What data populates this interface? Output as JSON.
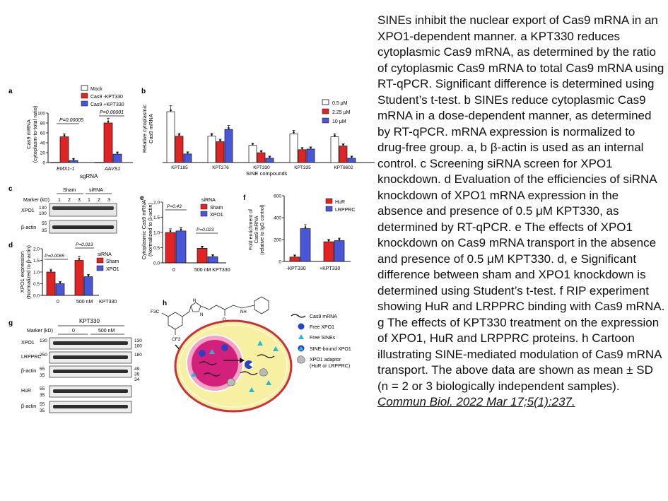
{
  "figure": {
    "panels": {
      "a": {
        "label": "a",
        "ylabel": "Cas9 mRNA",
        "ylabel2": "(cytoplasm-to-total ratio)",
        "yticks": [
          "0",
          "20",
          "40",
          "60",
          "80",
          "100"
        ],
        "ylim": [
          0,
          100
        ],
        "xlabel": "sgRNA",
        "groups": [
          "EMX1-1",
          "AAVS1"
        ],
        "legend": [
          "Mock",
          "Cas9 -KPT330",
          "Cas9 +KPT330"
        ],
        "pvalues": [
          "P=0.00005",
          "P=0.00001"
        ]
      },
      "b": {
        "label": "b",
        "ylabel": "Relative cytoplasmic",
        "ylabel2": "Cas9 mRNA",
        "xlabel": "SINE compounds",
        "groups": [
          "KPT185",
          "KPT276",
          "KPT330",
          "KPT335",
          "KPT8602"
        ],
        "legend": [
          "0.5 μM",
          "2.25 μM",
          "10 μM"
        ]
      },
      "c": {
        "label": "c",
        "marker_label": "Marker (kD)",
        "group_sham": "Sham",
        "group_sirna": "siRNA",
        "lanes": [
          "1",
          "2",
          "3",
          "1",
          "2",
          "3"
        ],
        "rows": [
          {
            "name": "XPO1",
            "markers": [
              "130",
              "100"
            ]
          },
          {
            "name": "β-actin",
            "markers": [
              "55",
              "35"
            ]
          }
        ]
      },
      "d": {
        "label": "d",
        "ylabel": "XPO1 expression",
        "ylabel2": "(Normalized to β-actin)",
        "yticks": [
          "0.0",
          "0.5",
          "1.0",
          "1.5",
          "2.0"
        ],
        "ylim": [
          0,
          2
        ],
        "xlabels": [
          "0",
          "500 nM",
          "KPT330"
        ],
        "legend_title": "siRNA",
        "legend": [
          "Sham",
          "XPO1"
        ],
        "pvalues": [
          "P=0.0065",
          "P=0.013"
        ]
      },
      "e": {
        "label": "e",
        "ylabel": "Cytoplasmic Cas9 mRNA",
        "ylabel2": "(Normalized to β-actin)",
        "yticks": [
          "0.0",
          "0.5",
          "1.0",
          "1.5",
          "2.0"
        ],
        "ylim": [
          0,
          2
        ],
        "xlabels": [
          "0",
          "500 nM KPT330"
        ],
        "legend_title": "siRNA",
        "legend": [
          "Sham",
          "XPO1"
        ],
        "pvalues": [
          "P=0.43",
          "P=0.023"
        ]
      },
      "f": {
        "label": "f",
        "ylabel": "Fold enrichment of",
        "ylabel2": "Cas9 mRNA",
        "ylabel3": "(relative to IgG control)",
        "yticks": [
          "0",
          "200",
          "400",
          "600"
        ],
        "ylim": [
          0,
          600
        ],
        "xlabels": [
          "-KPT330",
          "+KPT330"
        ],
        "legend": [
          "HuR",
          "LRPPRC"
        ]
      },
      "g": {
        "label": "g",
        "title": "KPT330",
        "marker_label": "Marker (kD)",
        "lane_groups": [
          "0",
          "500 nM"
        ],
        "rows": [
          {
            "name": "XPO1",
            "left": [
              "130"
            ],
            "right": [
              "130",
              "100"
            ]
          },
          {
            "name": "LRPPRC",
            "left": [
              "250"
            ],
            "right": [
              "180"
            ]
          },
          {
            "name": "β-actin",
            "left": [
              "55",
              "35"
            ],
            "right": [
              "49",
              "39",
              "34"
            ]
          },
          {
            "name": "HuR",
            "left": [
              "55",
              "35"
            ],
            "right": []
          },
          {
            "name": "β-actin",
            "left": [
              "55",
              "35"
            ],
            "right": []
          }
        ]
      },
      "h": {
        "label": "h",
        "legend": [
          "Cas9 mRNA",
          "Free XPO1",
          "Free SINEs",
          "SINE-bound XPO1",
          "XPO1 adaptor",
          "(HuR or LRPPRC)"
        ],
        "chem_labels": [
          "F3C",
          "CF3",
          "N",
          "N",
          "NH",
          "O"
        ]
      }
    }
  },
  "chart_data": [
    {
      "panel": "a",
      "type": "bar",
      "categories": [
        "EMX1-1",
        "AAVS1"
      ],
      "series": [
        {
          "name": "Mock",
          "values": [
            0,
            0
          ]
        },
        {
          "name": "Cas9 -KPT330",
          "values": [
            52,
            80
          ]
        },
        {
          "name": "Cas9 +KPT330",
          "values": [
            4,
            17
          ]
        }
      ],
      "ylim": [
        0,
        100
      ]
    },
    {
      "panel": "b",
      "type": "bar",
      "categories": [
        "KPT185",
        "KPT276",
        "KPT330",
        "KPT335",
        "KPT8602"
      ],
      "series": [
        {
          "name": "0.5 μM",
          "values": [
            83,
            43,
            28,
            47,
            42
          ]
        },
        {
          "name": "2.25 μM",
          "values": [
            43,
            34,
            16,
            21,
            27
          ]
        },
        {
          "name": "10 μM",
          "values": [
            14,
            54,
            7,
            22,
            7
          ]
        }
      ],
      "ylim": [
        0,
        120
      ]
    },
    {
      "panel": "d",
      "type": "bar",
      "categories": [
        "0",
        "500 nM"
      ],
      "series": [
        {
          "name": "Sham",
          "values": [
            1.0,
            1.5
          ]
        },
        {
          "name": "XPO1",
          "values": [
            0.5,
            0.8
          ]
        }
      ],
      "ylim": [
        0,
        2
      ]
    },
    {
      "panel": "e",
      "type": "bar",
      "categories": [
        "0",
        "500 nM KPT330"
      ],
      "series": [
        {
          "name": "Sham",
          "values": [
            1.0,
            0.48
          ]
        },
        {
          "name": "XPO1",
          "values": [
            1.05,
            0.2
          ]
        }
      ],
      "ylim": [
        0,
        2
      ]
    },
    {
      "panel": "f",
      "type": "bar",
      "categories": [
        "-KPT330",
        "+KPT330"
      ],
      "series": [
        {
          "name": "HuR",
          "values": [
            40,
            180
          ]
        },
        {
          "name": "LRPPRC",
          "values": [
            300,
            190
          ]
        }
      ],
      "ylim": [
        0,
        600
      ]
    }
  ],
  "colors": {
    "white_bar": "#ffffff",
    "red_bar": "#e02424",
    "blue_bar": "#4a56d8",
    "cell_fill": "#f7f0a3",
    "nucleus": "#d4207d",
    "nucleus_ring": "#f4a3c4",
    "sine": "#29b7d6"
  },
  "caption": {
    "text": "SINEs inhibit the nuclear export of Cas9 mRNA in an XPO1-dependent manner. a KPT330 reduces cytoplasmic Cas9 mRNA, as determined by the ratio of cytoplasmic Cas9 mRNA to total Cas9 mRNA using RT-qPCR. Significant difference is determined using Student’s t-test. b SINEs reduce cytoplasmic Cas9 mRNA in a dose-dependent manner, as determined by RT-qPCR. mRNA expression is normalized to drug-free group. a, b β-actin is used as an internal control. c Screening siRNA screen for XPO1 knockdown. d Evaluation of the efficiencies of siRNA knockdown of XPO1 mRNA expression in the absence and presence of 0.5 μM KPT330, as determined by RT-qPCR. e The effects of XPO1 knockdown on Cas9 mRNA transport in the absence and presence of 0.5 μM KPT330. d, e Significant difference between sham and XPO1 knockdown is determined using Student’s t-test. f RIP experiment showing HuR and LRPPRC binding with Cas9 mRNA. g The effects of KPT330 treatment on the expression of XPO1, HuR and LRPPRC proteins. h Cartoon illustrating SINE-mediated modulation of Cas9 mRNA transport. The above data are shown as mean ± SD (n = 2 or 3 biologically independent samples).",
    "citation": "Commun Biol. 2022 Mar 17;5(1):237."
  }
}
